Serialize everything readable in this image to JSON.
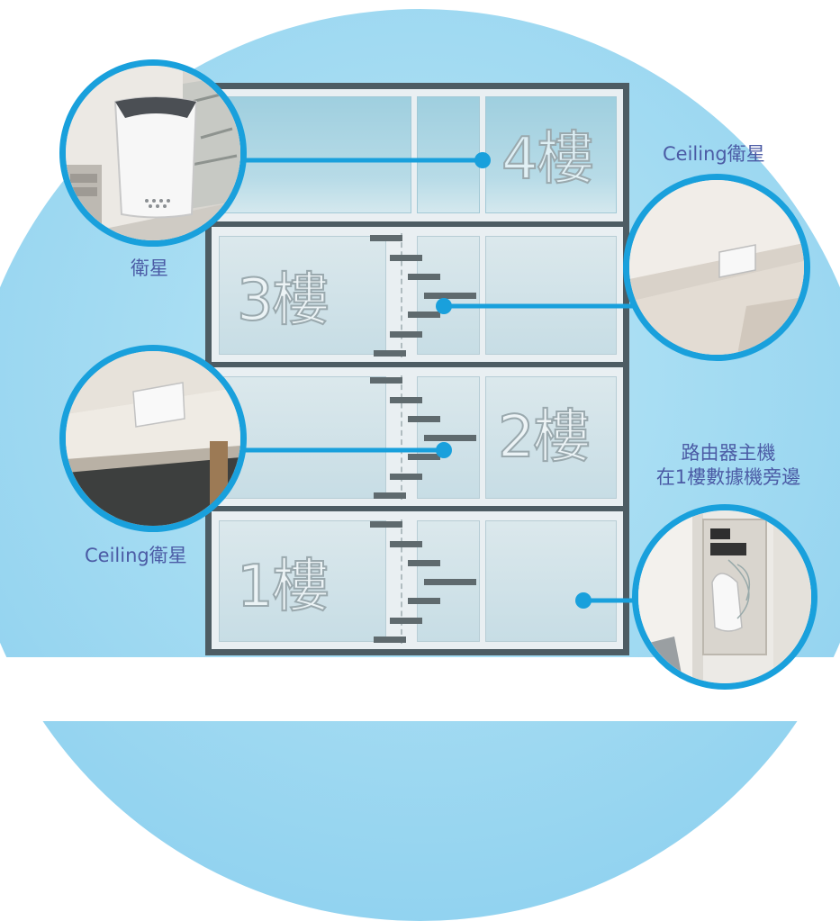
{
  "floors": {
    "floor4": "4樓",
    "floor3": "3樓",
    "floor2": "2樓",
    "floor1": "1樓"
  },
  "captions": {
    "satellite_floor4": "衛星",
    "ceiling_satellite_floor3": "Ceiling衛星",
    "ceiling_satellite_floor2": "Ceiling衛星",
    "router_line1": "路由器主機",
    "router_line2": "在1樓數據機旁邊"
  },
  "colors": {
    "accent_blue": "#19a0dc",
    "caption_text": "#4b5ba5",
    "frame": "#4d5c63",
    "background_dome": "#9dd8f1"
  },
  "icons": {
    "photo_satellite": "satellite-router-photo",
    "photo_ceiling_3f": "ceiling-satellite-photo",
    "photo_ceiling_2f": "ceiling-satellite-photo",
    "photo_router": "main-router-photo"
  }
}
